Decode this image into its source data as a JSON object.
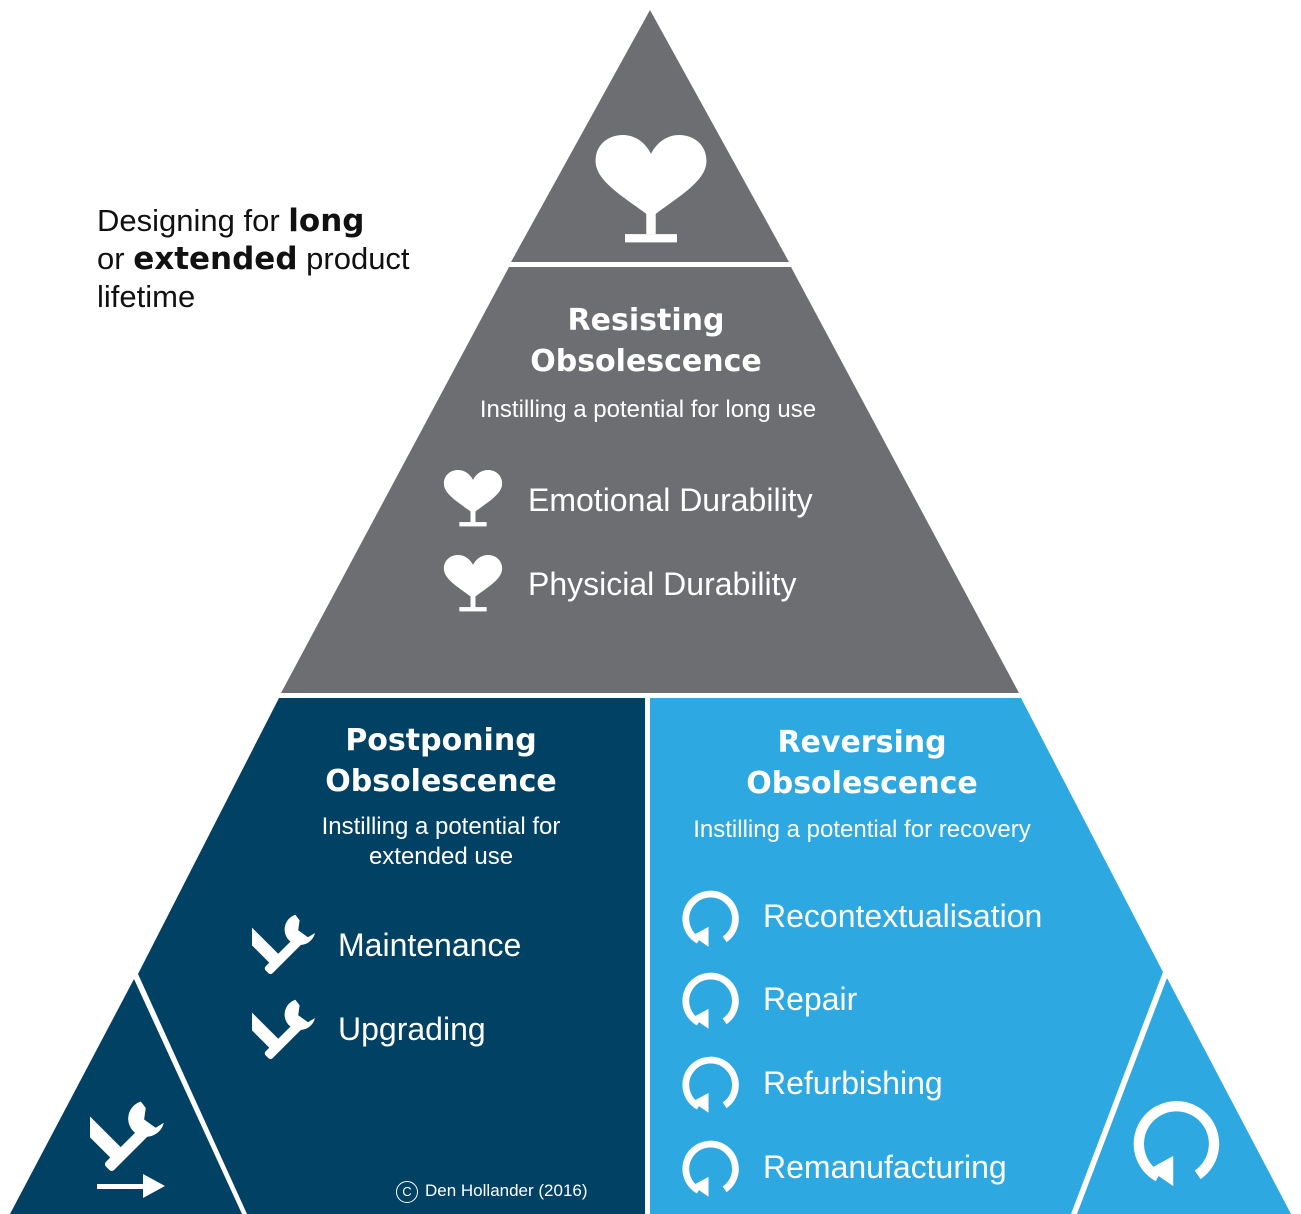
{
  "caption": {
    "part1": "Designing for ",
    "bold1": "long",
    "part2": "or ",
    "bold2": "extended",
    "part3": " product",
    "part4": "lifetime"
  },
  "top_section": {
    "title_line1": "Resisting",
    "title_line2": "Obsolescence",
    "subtitle": "Instilling a potential for long use",
    "items": [
      "Emotional Durability",
      "Physicial Durability"
    ],
    "icon": "heart-on-stand-icon",
    "color": "#6d6e71"
  },
  "left_section": {
    "title_line1": "Postponing",
    "title_line2": "Obsolescence",
    "subtitle_line1": "Instilling a potential for",
    "subtitle_line2": "extended use",
    "items": [
      "Maintenance",
      "Upgrading"
    ],
    "icon": "wrench-screwdriver-icon",
    "color": "#004164"
  },
  "right_section": {
    "title_line1": "Reversing",
    "title_line2": "Obsolescence",
    "subtitle": "Instilling a potential for recovery",
    "items": [
      "Recontextualisation",
      "Repair",
      "Refurbishing",
      "Remanufacturing"
    ],
    "icon": "circular-arrow-icon",
    "color": "#2ea8e0"
  },
  "credit": {
    "symbol": "C",
    "text": "Den Hollander (2016)"
  }
}
